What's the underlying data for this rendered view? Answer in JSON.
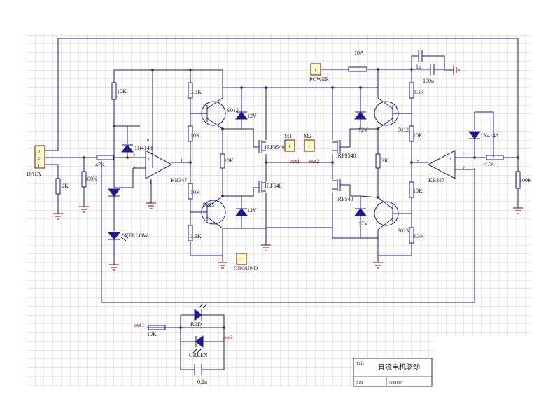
{
  "labels": {
    "data": "DATA",
    "r_2k_left": "2K",
    "r_100k_left": "100K",
    "r_10k_left": "10K",
    "r_47k_left": "47K",
    "d_1n4148_left": "1N4148",
    "led_yellow": "YELLOW",
    "opamp_left": "KB347",
    "pin_8": "8",
    "pin_3": "3",
    "pin_2": "2",
    "pin_1": "1",
    "pin_4": "4",
    "r_33k_tl": "3.3K",
    "r_10k_l1": "10K",
    "r_10k_l2": "10K",
    "r_33k_bl": "3.3K",
    "q9012_l": "9012",
    "q9013_l": "9013",
    "v12_tl": "12V",
    "v12_bl": "12V",
    "r_10k_mid": "10K",
    "irf9540_l": "IRF9540",
    "irf540_l": "IRF540",
    "m1": "M1",
    "m2": "M2",
    "out1": "out1",
    "out2": "out2",
    "power": "POWER",
    "ground": "GROUND",
    "fuse": "10A",
    "cap_1u": "1u",
    "cap_100u": "100u",
    "r_33k_tr": "3.3K",
    "r_10k_r1": "10K",
    "r_10k_r2": "10K",
    "r_33k_br": "3.3K",
    "q9012_r": "9012",
    "q9013_r": "9013",
    "v12_tr": "12V",
    "v12_br": "12V",
    "irf9540_r": "IRF9540",
    "irf540_r": "IRF540",
    "r_2k_mid": "2K",
    "opamp_right": "KB347",
    "pin_7": "7",
    "pin_5": "5",
    "pin_6": "6",
    "d_1n4148_right": "1N4148",
    "r_47k_right": "47K",
    "r_100k_right": "100K",
    "led_red": "RED",
    "led_green": "GREEN",
    "out1_b": "out1",
    "out2_b": "out2",
    "r_10k_b": "10K",
    "cap_01u": "0.1u",
    "conn_1": "1",
    "conn_2": "2",
    "conn_3": "3",
    "term_1": "1"
  },
  "title_block": {
    "title_label": "Title",
    "title_value": "直流电机驱动",
    "size_label": "Size",
    "number_label": "Number"
  },
  "colors": {
    "grid": "#c8c8c8",
    "wire": "#1a1a8c",
    "component_label": "#1a1a1a",
    "net_label": "#8b0000",
    "node": "#8b0000",
    "connector_fill": "#ffffcc"
  }
}
